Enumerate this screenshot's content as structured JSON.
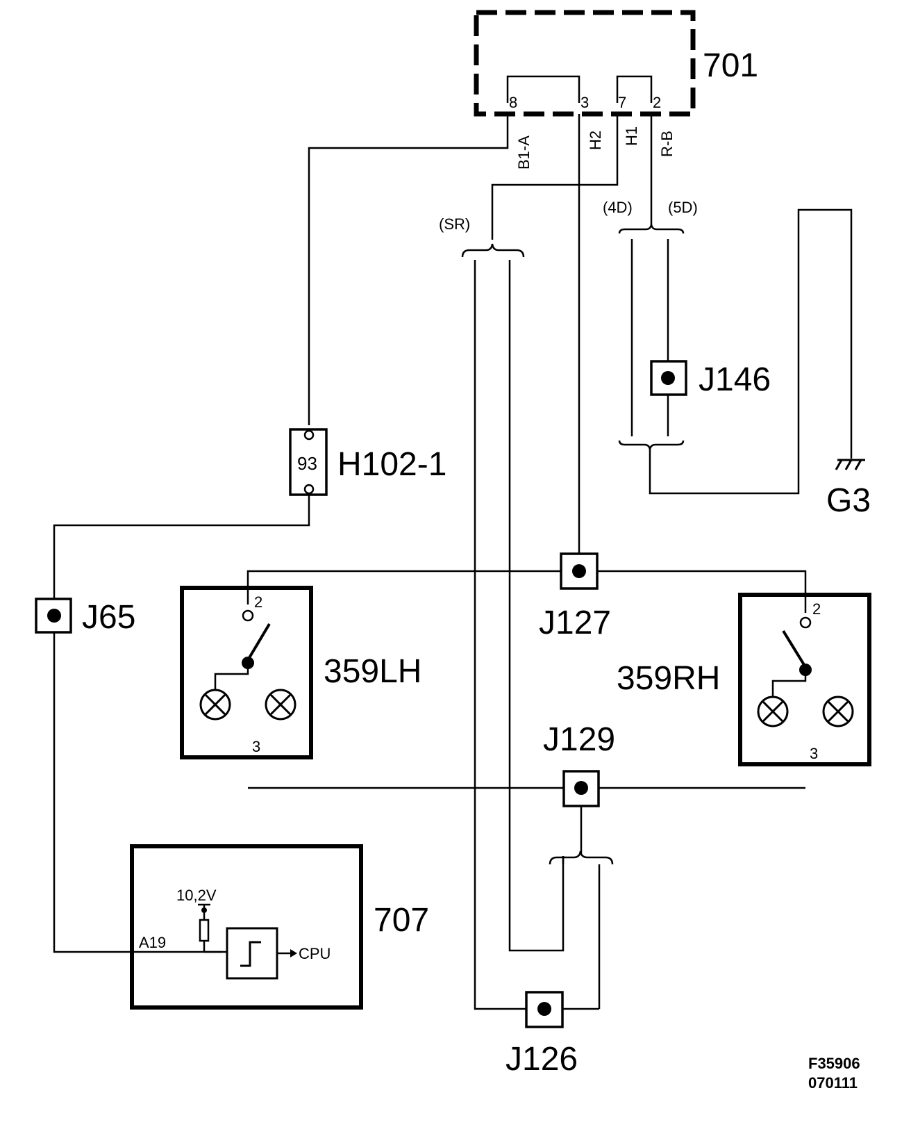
{
  "components": {
    "module_701": {
      "label": "701",
      "pins": [
        "8",
        "3",
        "7",
        "2"
      ]
    },
    "wires": [
      "B1-A",
      "H2",
      "H1",
      "R-B"
    ],
    "variants": {
      "sr": "(SR)",
      "d4": "(4D)",
      "d5": "(5D)"
    },
    "connectors": {
      "j146": "J146",
      "j65": "J65",
      "j127": "J127",
      "j129": "J129",
      "j126": "J126"
    },
    "h102": {
      "label": "H102-1",
      "pin": "93"
    },
    "ground": "G3",
    "switch_lh": {
      "label": "359LH",
      "pin_top": "2",
      "pin_bottom": "3"
    },
    "switch_rh": {
      "label": "359RH",
      "pin_top": "2",
      "pin_bottom": "3"
    },
    "module_707": {
      "label": "707",
      "voltage": "10,2V",
      "pin": "A19",
      "output": "CPU"
    }
  },
  "footer": {
    "code": "F35906",
    "date": "070111"
  }
}
